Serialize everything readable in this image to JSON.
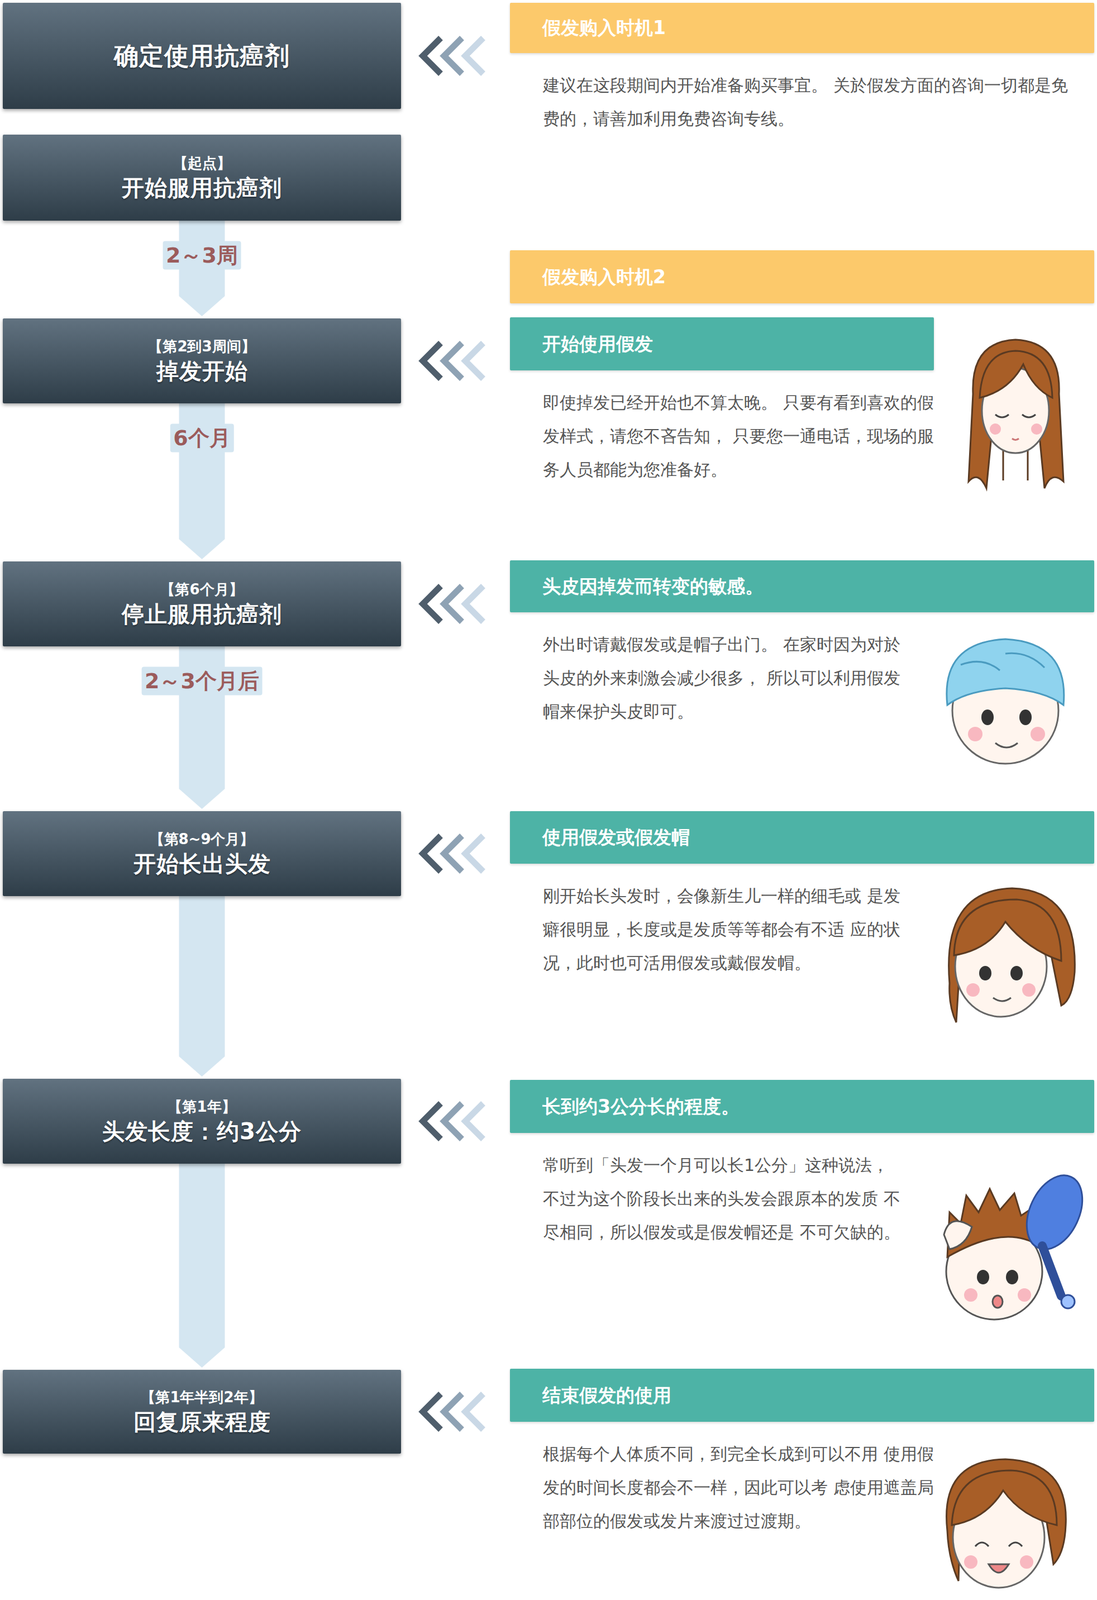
{
  "diagram": {
    "nodes": [
      {
        "text": [
          "确定使用抗癌剂"
        ]
      },
      {
        "text": [
          "假发购入时机1",
          "建议在这段期间内开始准备购买事宜。 关於假发方面的咨询一切都是免费的，请善加利用免费咨询专线。"
        ]
      },
      {
        "text": [
          "【起点】",
          "开始服用抗癌剂"
        ]
      },
      {
        "text": [
          "假发购入时机2"
        ]
      },
      {
        "text": [
          "【第2到3周间】",
          "掉发开始"
        ]
      },
      {
        "text": [
          "开始使用假发",
          "即使掉发已经开始也不算太晚。 只要有看到喜欢的假发样式，请您不吝告知， 只要您一通电话，现场的服务人员都能为您准备好。"
        ]
      },
      {
        "text": [
          "【第6个月】",
          "停止服用抗癌剂"
        ]
      },
      {
        "text": [
          "头皮因掉发而转变的敏感。",
          "外出时请戴假发或是帽子出门。 在家时因为对於头皮的外来刺激会减少很多， 所以可以利用假发帽来保护头皮即可。"
        ]
      },
      {
        "text": [
          "【第8~9个月】",
          "开始长出头发"
        ]
      },
      {
        "text": [
          "使用假发或假发帽",
          "刚开始长头发时，会像新生儿一样的细毛或 是发癖很明显，长度或是发质等等都会有不适 应的状况，此时也可活用假发或戴假发帽。"
        ]
      },
      {
        "text": [
          "【第1年】",
          "头发长度：约3公分"
        ]
      },
      {
        "text": [
          "长到约3公分长的程度。",
          "常听到「头发一个月可以长1公分」这种说法， 不过为这个阶段长出来的头发会跟原本的发质 不尽相同，所以假发或是假发帽还是 不可欠缺的。"
        ]
      },
      {
        "text": [
          "【第1年半到2年】",
          "回复原来程度"
        ]
      },
      {
        "text": [
          "结束假发的使用",
          "根据每个人体质不同，到完全长成到可以不用 使用假发的时间长度都会不一样，因此可以考 虑使用遮盖局部部位的假发或发片来渡过过渡期。"
        ]
      }
    ],
    "edges": [
      {
        "from": 2,
        "to": 4,
        "label": "2～3周",
        "arrow": "to"
      },
      {
        "from": 4,
        "to": 6,
        "label": "6个月",
        "arrow": "to"
      },
      {
        "from": 6,
        "to": 8,
        "label": "2～3个月后",
        "arrow": "to"
      },
      {
        "from": 8,
        "to": 10,
        "arrow": "to"
      },
      {
        "from": 10,
        "to": 12,
        "arrow": "to"
      },
      {
        "from": 1,
        "to": 0,
        "arrow": "to"
      },
      {
        "from": 5,
        "to": 4,
        "arrow": "to"
      },
      {
        "from": 7,
        "to": 6,
        "arrow": "to"
      },
      {
        "from": 9,
        "to": 8,
        "arrow": "to"
      },
      {
        "from": 11,
        "to": 10,
        "arrow": "to"
      },
      {
        "from": 13,
        "to": 12,
        "arrow": "to"
      }
    ]
  }
}
